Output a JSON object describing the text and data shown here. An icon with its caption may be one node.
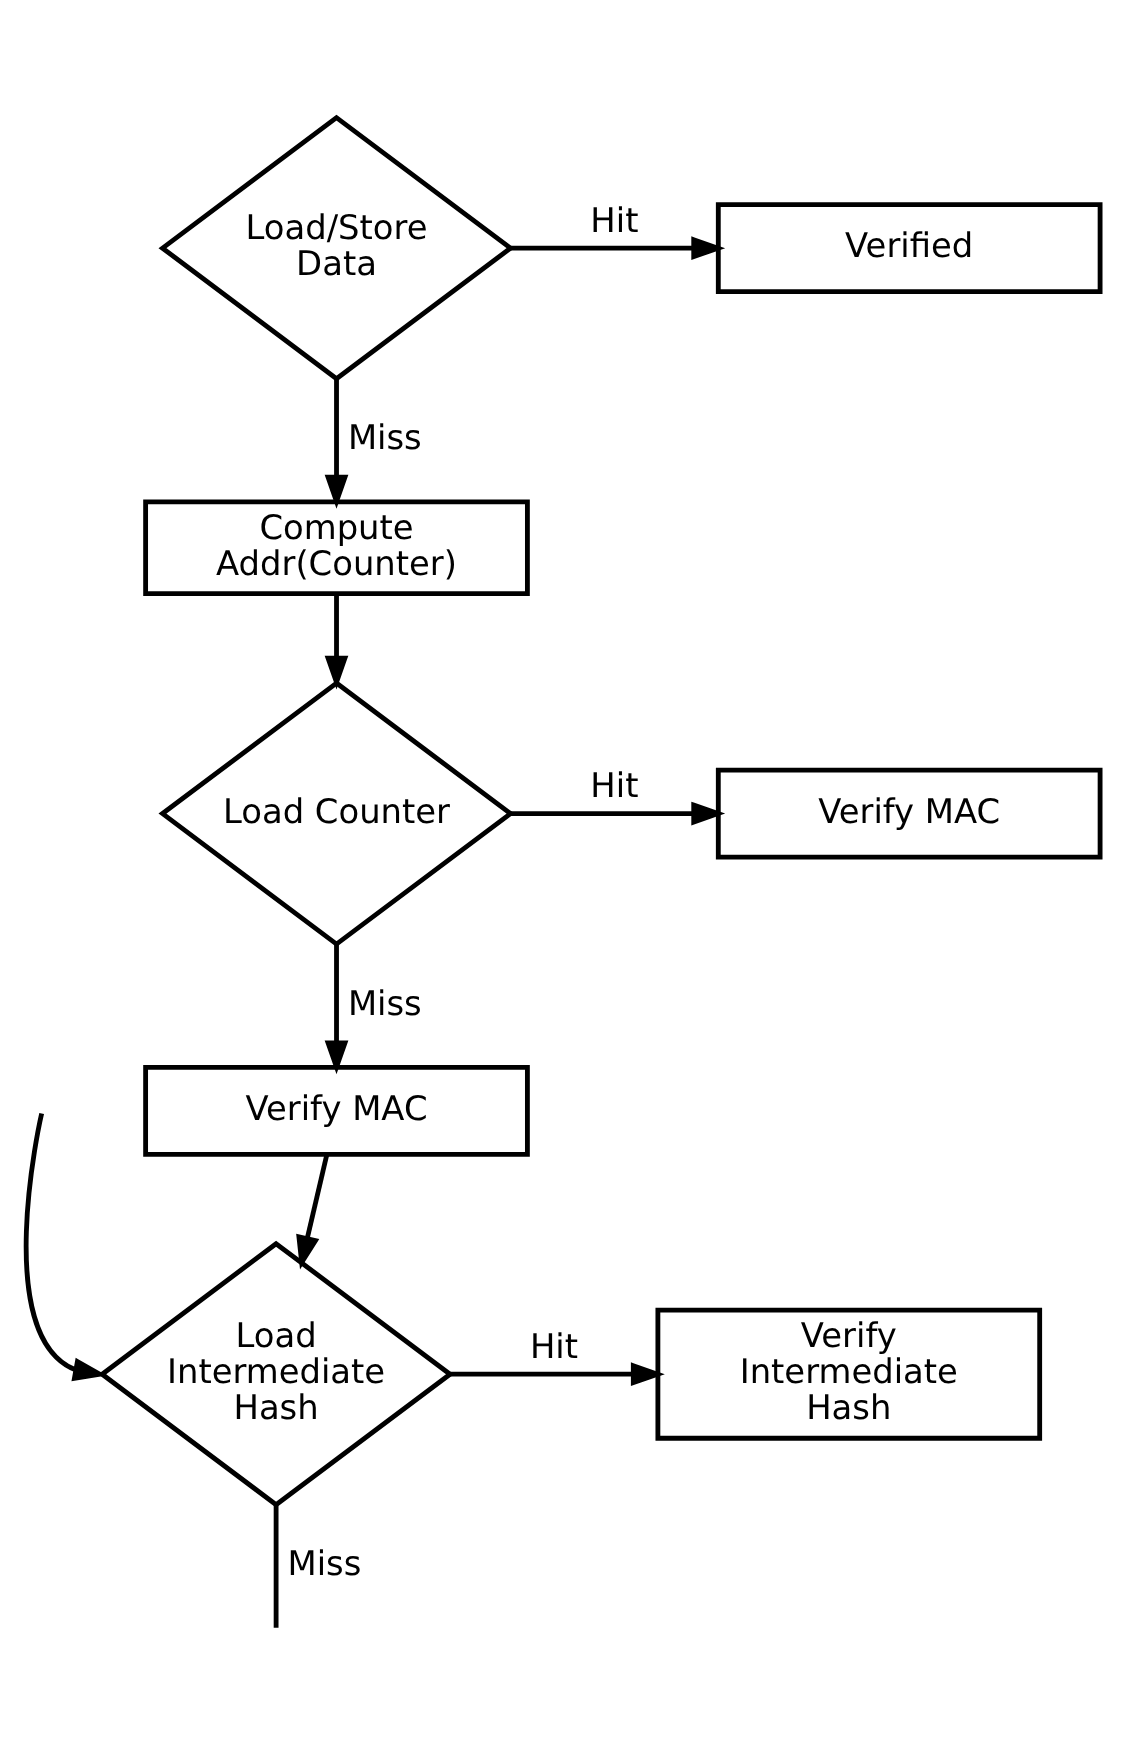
{
  "diagram": {
    "nodes": [
      {
        "text": [
          "Load/Store Data"
        ]
      },
      {
        "text": [
          "Verified"
        ]
      },
      {
        "text": [
          "Compute Addr(Counter)"
        ]
      },
      {
        "text": [
          "Load Counter"
        ]
      },
      {
        "text": [
          "Verify MAC"
        ]
      },
      {
        "text": [
          "Verify MAC"
        ]
      },
      {
        "text": [
          "Load Intermediate Hash"
        ]
      },
      {
        "text": [
          "Verify Intermediate Hash"
        ]
      }
    ],
    "edges": [
      {
        "from": 0,
        "to": 1,
        "arrow": "to",
        "label": "Hit"
      },
      {
        "from": 0,
        "to": 2,
        "arrow": "to",
        "label": "Miss"
      },
      {
        "from": 2,
        "to": 3,
        "arrow": "to"
      },
      {
        "from": 3,
        "to": 4,
        "arrow": "to",
        "label": "Hit"
      },
      {
        "from": 3,
        "to": 5,
        "arrow": "to",
        "label": "Miss"
      },
      {
        "from": 5,
        "to": 6,
        "arrow": "to"
      },
      {
        "from": 6,
        "to": 7,
        "arrow": "to",
        "label": "Hit"
      },
      {
        "from": null,
        "to": 6,
        "arrow": "to"
      },
      {
        "from": 6,
        "to": null,
        "arrow": "none",
        "label": "Miss"
      }
    ]
  }
}
